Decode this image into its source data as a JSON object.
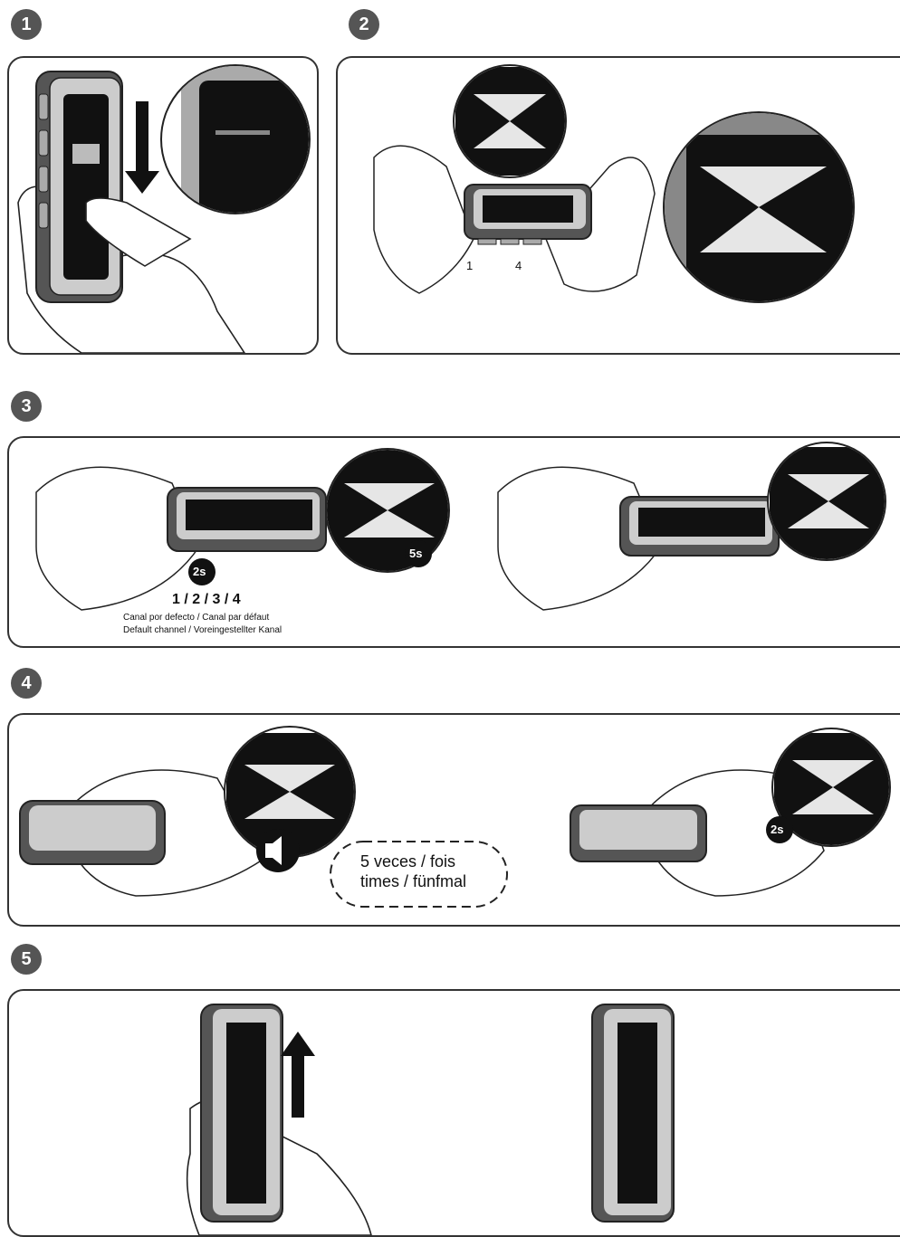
{
  "steps": [
    {
      "number": "1"
    },
    {
      "number": "2",
      "button_labels": [
        "1",
        "4"
      ]
    },
    {
      "number": "3",
      "timer_2s": "2s",
      "timer_5s": "5s",
      "channels": "1 / 2 / 3 / 4",
      "caption_line1": "Canal por defecto / Canal par défaut",
      "caption_line2": "Default channel / Voreingestellter Kanal"
    },
    {
      "number": "4",
      "repeat_line1": "5 veces / fois",
      "repeat_line2": "times / fünfmal",
      "timer_2s": "2s"
    },
    {
      "number": "5"
    }
  ],
  "icons": [
    "down-arrow-icon",
    "speaker-icon",
    "up-arrow-icon",
    "repeat-loop-icon"
  ]
}
